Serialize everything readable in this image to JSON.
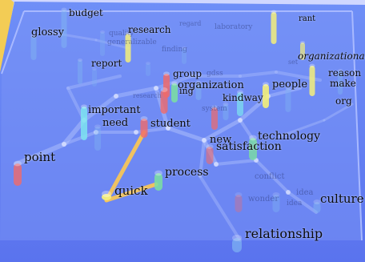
{
  "scene": {
    "floor_color": "#6c86f6",
    "frame_color": "#f2c94c",
    "pillar_colors": {
      "red": "#f06a6a",
      "blue": "#7fb3f2",
      "cyan": "#7ee4f0",
      "yellow": "#f3ee7a",
      "green": "#7be0a0",
      "orange": "#f7c65a"
    },
    "words": {
      "budget": "budget",
      "glossy": "glossy",
      "research": "research",
      "rant": "rant",
      "organizational": "organizational",
      "report": "report",
      "group": "group",
      "organization": "organization",
      "people": "people",
      "reason": "reason",
      "make": "make",
      "org": "org",
      "kindway": "kindway",
      "important": "important",
      "need": "need",
      "student": "student",
      "technology": "technology",
      "new": "new",
      "satisfaction": "satisfaction",
      "point": "point",
      "process": "process",
      "quick": "quick",
      "culture": "culture",
      "relationship": "relationship",
      "ing": "ing"
    },
    "faint_words": {
      "quality": "quality",
      "generalizable": "generalizable",
      "regard": "regard",
      "laboratory": "laboratory",
      "finding": "finding",
      "gdss": "gdss",
      "set": "set",
      "conflict": "conflict",
      "idea": "idea",
      "wonder": "wonder",
      "idea2": "idea",
      "system": "system",
      "research2": "research"
    }
  }
}
